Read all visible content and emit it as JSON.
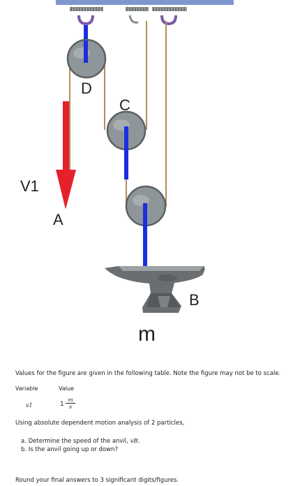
{
  "figure": {
    "label_v1": "V1",
    "label_a": "A",
    "label_b": "B",
    "label_c": "C",
    "label_d": "D",
    "label_m": "m",
    "colors": {
      "rope": "#b58c5a",
      "segment_blue": "#1a2fe0",
      "arrow_red": "#e5222c",
      "pulley": "#8f9699",
      "ceiling": "#7f96cf",
      "anvil": "#6a6e70"
    }
  },
  "intro_text": "Values for the figure are given in the following table. Note the figure may not be to scale.",
  "table": {
    "headers": [
      "Variable",
      "Value"
    ],
    "rows": [
      {
        "variable": "v1",
        "value": "1",
        "unit_num": "m",
        "unit_den": "s"
      }
    ]
  },
  "instruction": "Using absolute dependent motion analysis of 2 particles,",
  "questions": [
    {
      "prefix": "a. Determine the speed of the anvil, ",
      "var": "vB",
      "suffix": "."
    },
    {
      "prefix": "b. Is the anvil going up or down?",
      "var": "",
      "suffix": ""
    }
  ],
  "footer": "Round your final answers to 3 significant digits/figures."
}
